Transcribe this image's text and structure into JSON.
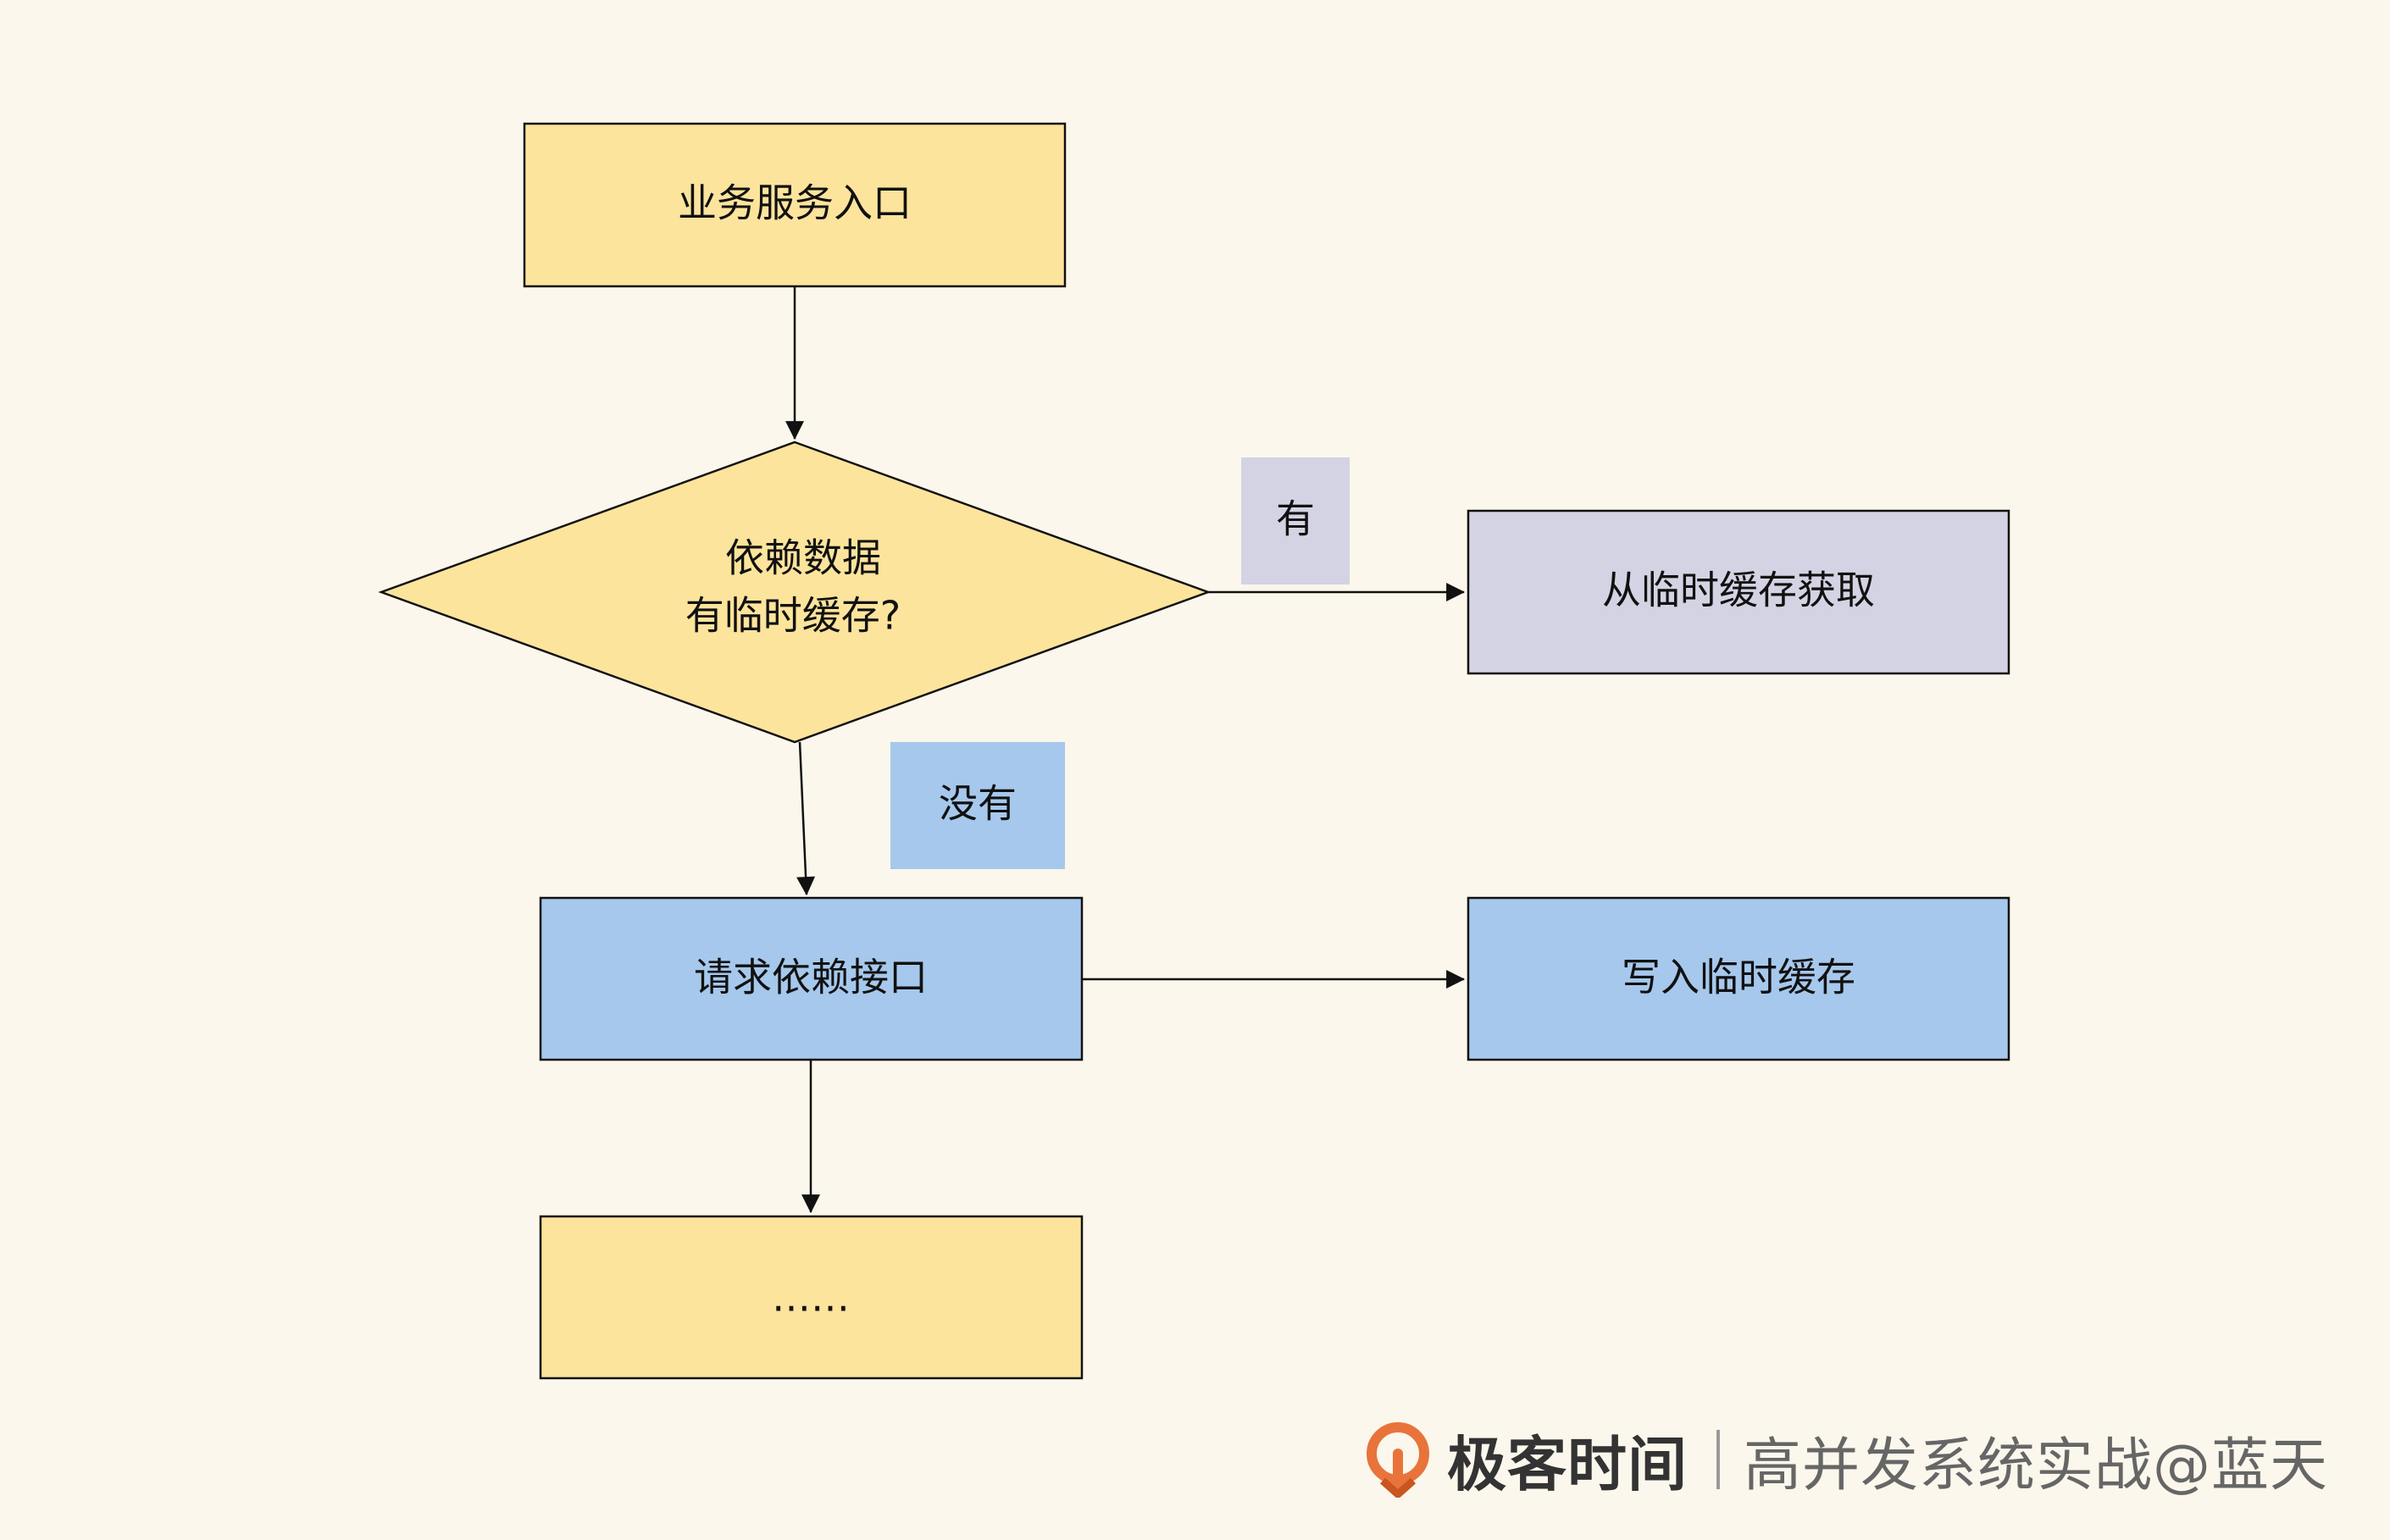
{
  "colors": {
    "background": "#fbf7ec",
    "yellow_fill": "#fde49c",
    "gray_fill": "#d4d3e3",
    "blue_fill": "#a6c8ec",
    "stroke": "#111111"
  },
  "nodes": {
    "entry": {
      "label": "业务服务入口"
    },
    "decision": {
      "line1": "依赖数据",
      "line2": "有临时缓存?"
    },
    "from_cache": {
      "label": "从临时缓存获取"
    },
    "request": {
      "label": "请求依赖接口"
    },
    "write_cache": {
      "label": "写入临时缓存"
    },
    "next": {
      "label": "……"
    }
  },
  "edge_labels": {
    "yes": "有",
    "no": "没有"
  },
  "footer": {
    "brand": "极客时间",
    "course": "高并发系统实战@蓝天"
  }
}
